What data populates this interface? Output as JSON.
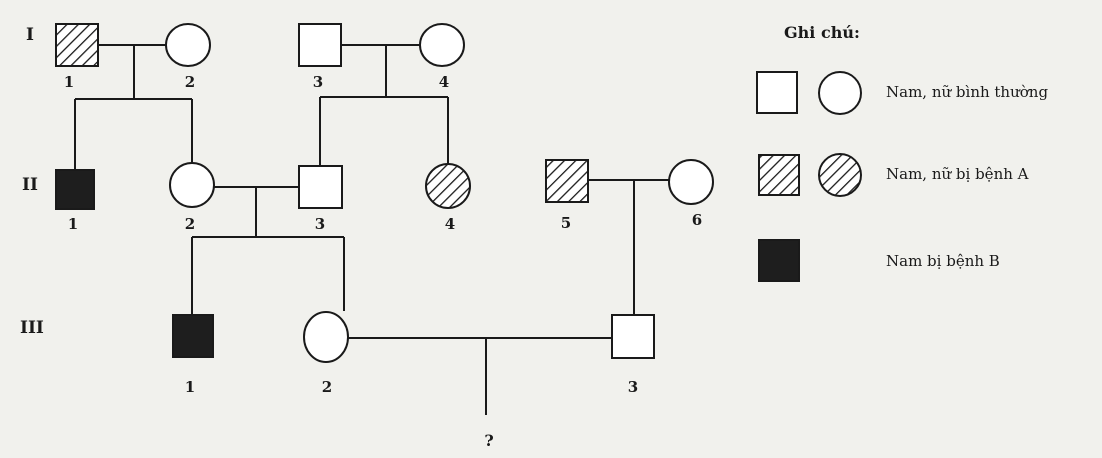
{
  "generations": [
    "I",
    "II",
    "III"
  ],
  "individuals": {
    "I1": {
      "number": "1",
      "sex": "male",
      "status": "disease-A"
    },
    "I2": {
      "number": "2",
      "sex": "female",
      "status": "normal"
    },
    "I3": {
      "number": "3",
      "sex": "male",
      "status": "normal"
    },
    "I4": {
      "number": "4",
      "sex": "female",
      "status": "normal"
    },
    "II1": {
      "number": "1",
      "sex": "male",
      "status": "disease-B"
    },
    "II2": {
      "number": "2",
      "sex": "female",
      "status": "normal"
    },
    "II3": {
      "number": "3",
      "sex": "male",
      "status": "normal"
    },
    "II4": {
      "number": "4",
      "sex": "female",
      "status": "disease-A"
    },
    "II5": {
      "number": "5",
      "sex": "male",
      "status": "disease-A"
    },
    "II6": {
      "number": "6",
      "sex": "female",
      "status": "normal"
    },
    "III1": {
      "number": "1",
      "sex": "male",
      "status": "disease-B"
    },
    "III2": {
      "number": "2",
      "sex": "female",
      "status": "normal"
    },
    "III3": {
      "number": "3",
      "sex": "male",
      "status": "normal"
    }
  },
  "unknown_child": "?",
  "legend": {
    "title": "Ghi chú:",
    "normal": "Nam, nữ bình thường",
    "disease_a": "Nam, nữ bị bệnh A",
    "disease_b": "Nam bị bệnh B"
  }
}
